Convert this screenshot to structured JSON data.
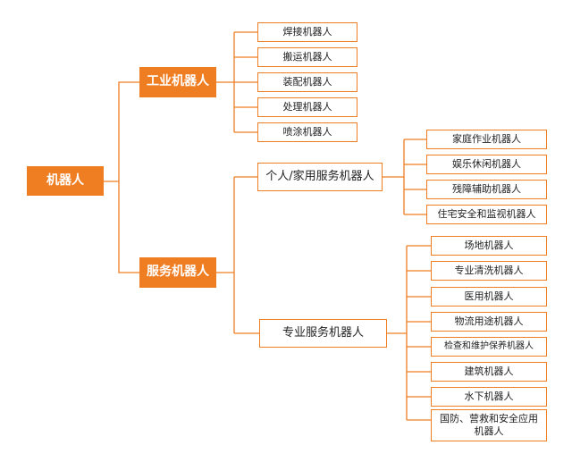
{
  "colors": {
    "accent": "#ef7d22",
    "text": "#222222",
    "background": "#ffffff"
  },
  "root": {
    "label": "机器人"
  },
  "industrial": {
    "label": "工业机器人",
    "items": [
      "焊接机器人",
      "搬运机器人",
      "装配机器人",
      "处理机器人",
      "喷涂机器人"
    ]
  },
  "service": {
    "label": "服务机器人",
    "personal": {
      "label": "个人/家用服务机器人",
      "items": [
        "家庭作业机器人",
        "娱乐休闲机器人",
        "残障辅助机器人",
        "住宅安全和监视机器人"
      ]
    },
    "professional": {
      "label": "专业服务机器人",
      "items": [
        "场地机器人",
        "专业清洗机器人",
        "医用机器人",
        "物流用途机器人",
        "检查和维护保养机器人",
        "建筑机器人",
        "水下机器人",
        "国防、营救和安全应用机器人"
      ]
    }
  }
}
